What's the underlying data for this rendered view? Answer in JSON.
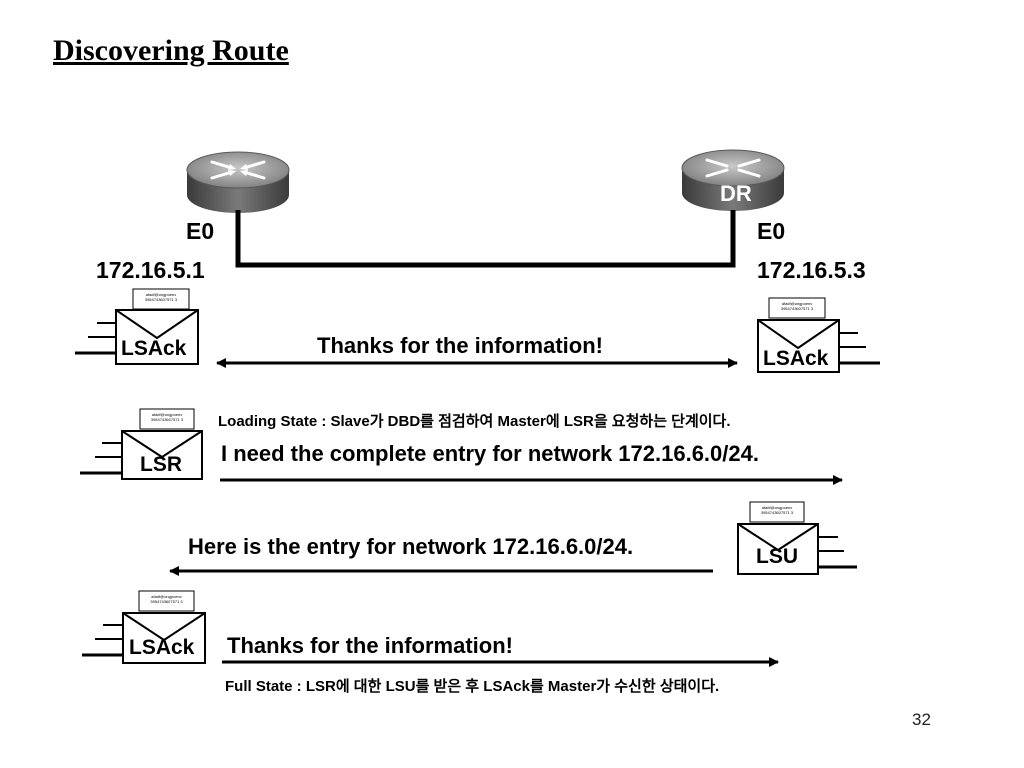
{
  "title": "Discovering Route",
  "routers": {
    "left": {
      "interface": "E0",
      "ip": "172.16.5.1"
    },
    "right": {
      "interface": "E0",
      "ip": "172.16.5.3",
      "role": "DR"
    }
  },
  "envelope_note": {
    "line1": "afadf@ongpoenv",
    "line2": "3954743607571 3"
  },
  "packets": {
    "lsack_left_1": "LSAck",
    "lsack_right_1": "LSAck",
    "lsr": "LSR",
    "lsu": "LSU",
    "lsack_left_2": "LSAck"
  },
  "messages": {
    "thanks_1": "Thanks for the information!",
    "loading_state": "Loading State : Slave가  DBD를 점검하여 Master에 LSR을 요청하는 단계이다.",
    "need_entry": "I need the complete entry for network 172.16.6.0/24.",
    "here_entry": "Here is the entry for network 172.16.6.0/24.",
    "thanks_2": "Thanks for the information!",
    "full_state": "Full State : LSR에 대한 LSU를 받은 후 LSAck를 Master가 수신한 상태이다."
  },
  "page_number": "32"
}
